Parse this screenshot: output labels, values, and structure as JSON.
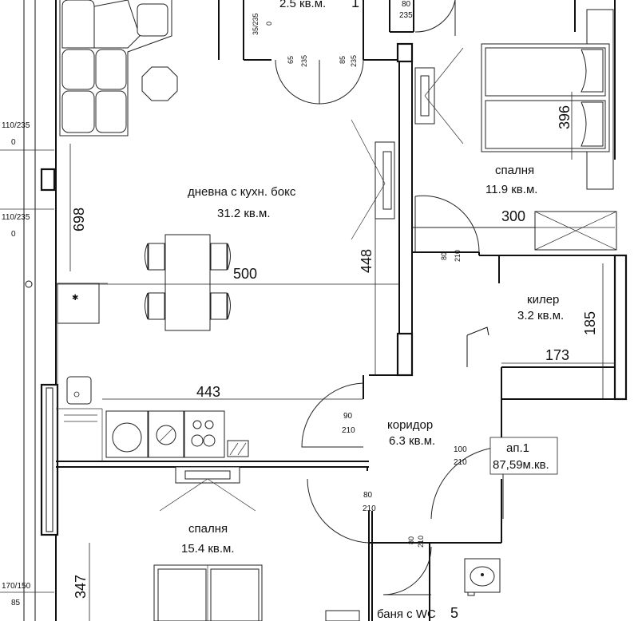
{
  "rooms": {
    "top_area": "2.5 кв.м.",
    "living_name": "дневна с кухн. бокс",
    "living_area": "31.2 кв.м.",
    "bedroom1_name": "спалня",
    "bedroom1_area": "11.9 кв.м.",
    "storage_name": "килер",
    "storage_area": "3.2 кв.м.",
    "corridor_name": "коридор",
    "corridor_area": "6.3 кв.м.",
    "bedroom2_name": "спалня",
    "bedroom2_area": "15.4 кв.м.",
    "bath_name": "баня с WC",
    "bath_area_partial": "5"
  },
  "apartment": {
    "number": "ап.1",
    "area": "87,59м.кв."
  },
  "dimensions": {
    "top_partial": "1",
    "d396": "396",
    "d300": "300",
    "d698": "698",
    "d500": "500",
    "d448": "448",
    "d185": "185",
    "d173": "173",
    "d443": "443",
    "d347": "347"
  },
  "openings": {
    "win_top": "110/235",
    "win_top_sill": "0",
    "win_mid": "110/235",
    "win_mid_sill": "0",
    "win_bottom": "170/150",
    "win_bottom_sill": "85",
    "door_top_w": "80",
    "door_top_h": "235",
    "door_35": "35/235",
    "door_35_sill": "0",
    "door_65": "65",
    "door_65_h": "235",
    "door_85": "85",
    "door_85_h": "235",
    "door_bed_w": "80",
    "door_bed_h": "210",
    "door_liv_w": "90",
    "door_liv_h": "210",
    "door_ent_w": "100",
    "door_ent_h": "210",
    "door_b2_w": "80",
    "door_b2_h": "210",
    "door_bath_w": "80",
    "door_bath_h": "210"
  }
}
